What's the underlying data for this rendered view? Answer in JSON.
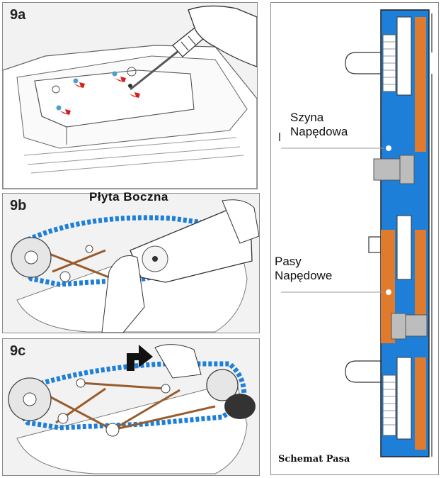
{
  "panels": {
    "a": {
      "label": "9a"
    },
    "b": {
      "label": "9b"
    },
    "c": {
      "label": "9c"
    }
  },
  "side_plate_label": "Płyta Boczna",
  "schematic": {
    "rail_label_line1": "Szyna",
    "rail_label_line2": "Napędowa",
    "belts_label_line1": "Pasy",
    "belts_label_line2": "Napędowe",
    "caption": "Schemat Pasa"
  },
  "colors": {
    "track_blue": "#1e7fd8",
    "belt_orange": "#e07a2c",
    "drive_belt_brown": "#9a5b2a",
    "arrow_red": "#d81e1e",
    "hub_gray": "#bdbdbd"
  }
}
